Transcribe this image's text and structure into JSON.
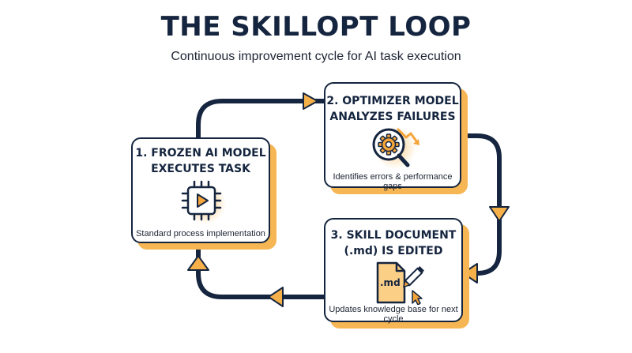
{
  "header": {
    "title": "THE SKILLOPT LOOP",
    "subtitle": "Continuous improvement cycle for AI task execution"
  },
  "steps": [
    {
      "title": "1. FROZEN AI MODEL\nEXECUTES TASK",
      "caption": "Standard process implementation",
      "icon": "chip-play-icon"
    },
    {
      "title": "2. OPTIMIZER MODEL\nANALYZES FAILURES",
      "caption": "Identifies errors & performance gaps",
      "icon": "gear-magnifier-icon"
    },
    {
      "title": "3. SKILL DOCUMENT\n(.md) IS EDITED",
      "caption": "Updates knowledge base for next cycle",
      "icon": "md-document-pencil-icon",
      "icon_text": ".md"
    }
  ],
  "colors": {
    "navy": "#15253f",
    "orange": "#f6b654",
    "arrow_fill": "#f5b04a"
  }
}
